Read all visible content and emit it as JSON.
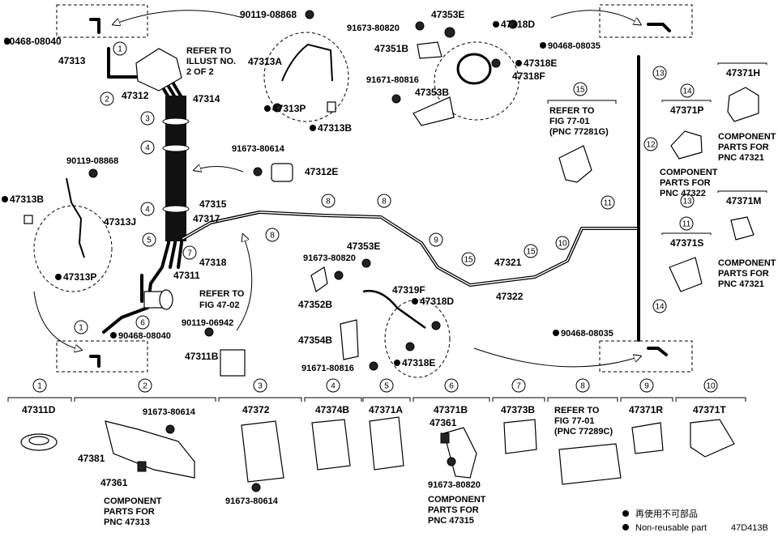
{
  "diagram": {
    "code": "47D413B",
    "legend": {
      "jp": "再使用不可部品",
      "en": "Non-reusable part"
    },
    "top_labels": {
      "p90468_08040": "90468-08040",
      "p47313": "47313",
      "p47312": "47312",
      "p47314": "47314",
      "refer_note": [
        "REFER TO",
        "ILLUST NO.",
        "2 OF 2"
      ],
      "p90119_08868_top": "90119-08868",
      "p47313A": "47313A",
      "p47313P_top": "47313P",
      "p47313B_top": "47313B",
      "p91673_80820_top": "91673-80820",
      "p47353E_top": "47353E",
      "p47351B": "47351B",
      "p47318D_top": "47318D",
      "p47318E_top": "47318E",
      "p47318F": "47318F",
      "p91671_80816_top": "91671-80816",
      "p47353B": "47353B",
      "p90468_08035_top": "90468-08035",
      "p91673_80614_mid": "91673-80614",
      "p47312E": "47312E",
      "refer_fig_77_01a": [
        "REFER TO",
        "FIG 77-01",
        "(PNC 77281G)"
      ]
    },
    "left_labels": {
      "p90119_08868_left": "90119-08868",
      "p47313B_left": "47313B",
      "p47313J": "47313J",
      "p47313P_left": "47313P",
      "p47315": "47315",
      "p47317": "47317",
      "p47318": "47318",
      "p47311": "47311",
      "refer_fig_47_02": [
        "REFER TO",
        "FIG 47-02"
      ],
      "p90119_06942": "90119-06942",
      "p90468_08040_low": "90468-08040",
      "p47311B": "47311B"
    },
    "mid_labels": {
      "p91673_80820_mid": "91673-80820",
      "p47353E_mid": "47353E",
      "p47352B": "47352B",
      "p47319F": "47319F",
      "p47318D_mid": "47318D",
      "p47354B": "47354B",
      "p47318E_mid": "47318E",
      "p91671_80816_mid": "91671-80816",
      "p47321": "47321",
      "p47322": "47322",
      "p90468_08035_low": "90468-08035"
    },
    "right_parts": [
      {
        "num": "13",
        "part": "47371H",
        "note": [
          "COMPONENT",
          "PARTS FOR",
          "PNC 47321"
        ]
      },
      {
        "num": "14",
        "part": "47371P",
        "note": [
          "COMPONENT",
          "PARTS FOR",
          "PNC 47322"
        ]
      },
      {
        "num": "12",
        "part": "47371M",
        "note": [
          "COMPONENT",
          "PARTS FOR",
          "PNC 47321"
        ]
      },
      {
        "num": "11",
        "part": "47371S",
        "note": []
      }
    ],
    "bottom_parts": [
      {
        "num": "1",
        "part": "47311D"
      },
      {
        "num": "2",
        "part": "47381",
        "extra": [
          "91673-80614",
          "47361"
        ],
        "note": [
          "COMPONENT",
          "PARTS FOR",
          "PNC 47313"
        ]
      },
      {
        "num": "3",
        "part": "47372",
        "extra": [
          "91673-80614"
        ]
      },
      {
        "num": "4",
        "part": "47374B"
      },
      {
        "num": "5",
        "part": "47371A"
      },
      {
        "num": "6",
        "part": "47371B",
        "extra": [
          "47361",
          "91673-80820"
        ],
        "note": [
          "COMPONENT",
          "PARTS FOR",
          "PNC 47315"
        ]
      },
      {
        "num": "7",
        "part": "47373B"
      },
      {
        "num": "8",
        "part": "",
        "note": [
          "REFER TO",
          "FIG 77-01",
          "(PNC 77289C)"
        ]
      },
      {
        "num": "9",
        "part": "47371R"
      },
      {
        "num": "10",
        "part": "47371T"
      }
    ],
    "callouts": [
      "1",
      "2",
      "3",
      "4",
      "5",
      "6",
      "7",
      "8",
      "9",
      "10",
      "11",
      "12",
      "13",
      "14",
      "15"
    ]
  }
}
